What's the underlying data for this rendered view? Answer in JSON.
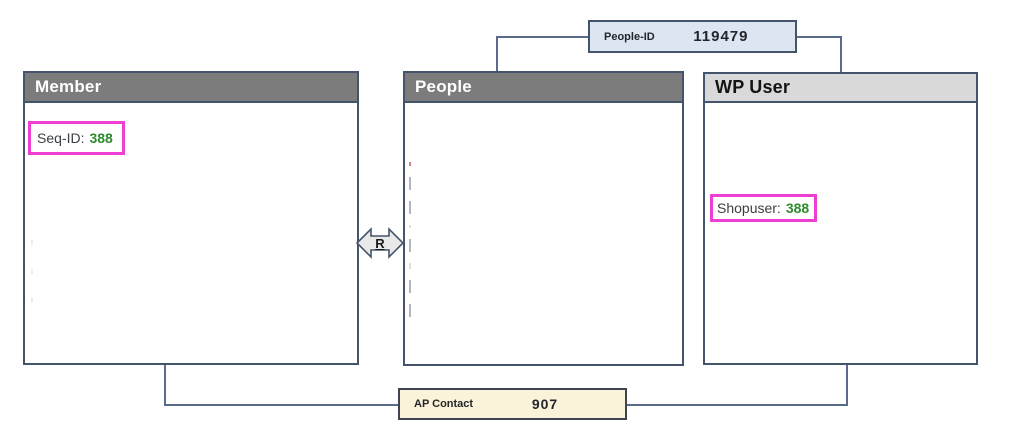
{
  "diagram": {
    "entities": [
      {
        "id": "member",
        "title": "Member",
        "field_label": "Seq-ID:",
        "field_value": "388"
      },
      {
        "id": "people",
        "title": "People"
      },
      {
        "id": "wp-user",
        "title": "WP User",
        "field_label": "Shopuser:",
        "field_value": "388"
      }
    ],
    "connectors": [
      {
        "id": "people-id",
        "label": "People-ID",
        "value": "119479",
        "position": "top"
      },
      {
        "id": "ap-contact",
        "label": "AP Contact",
        "value": "907",
        "position": "bottom"
      }
    ],
    "relation": {
      "label": "R"
    }
  },
  "colors": {
    "border": "#44546A",
    "line": "#5A6B8C",
    "header_dark": "#7C7C7C",
    "header_light": "#D9D9D9",
    "highlight": "#F03ED2",
    "value_green": "#2E8B2E",
    "key_blue": "#DCE6F2",
    "key_cream": "#FAF3D9",
    "arrow_fill": "#E9E9E9"
  }
}
